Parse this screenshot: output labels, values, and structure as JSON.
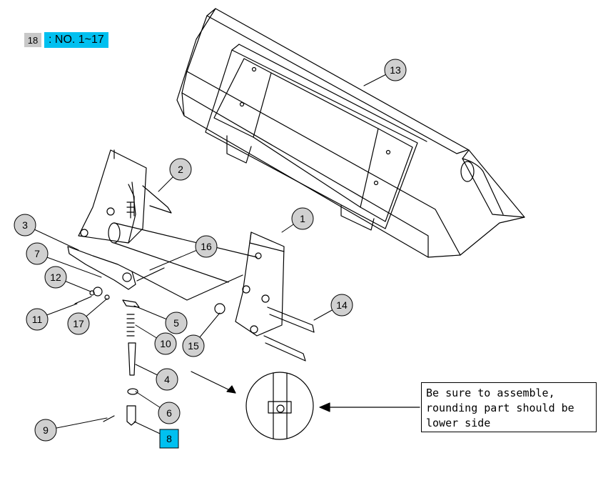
{
  "legend": {
    "number": "18",
    "range": ": NO. 1~17"
  },
  "note": [
    "Be sure to assemble,",
    "rounding part should be",
    "lower side"
  ],
  "callouts": [
    {
      "label": "1"
    },
    {
      "label": "2"
    },
    {
      "label": "3"
    },
    {
      "label": "4"
    },
    {
      "label": "5"
    },
    {
      "label": "6"
    },
    {
      "label": "7"
    },
    {
      "label": "8"
    },
    {
      "label": "9"
    },
    {
      "label": "10"
    },
    {
      "label": "11"
    },
    {
      "label": "12"
    },
    {
      "label": "13"
    },
    {
      "label": "14"
    },
    {
      "label": "15"
    },
    {
      "label": "16"
    },
    {
      "label": "17"
    }
  ],
  "colors": {
    "callout_fill": "#d0d0d0",
    "highlight": "#00c0f0",
    "line": "#000000"
  }
}
